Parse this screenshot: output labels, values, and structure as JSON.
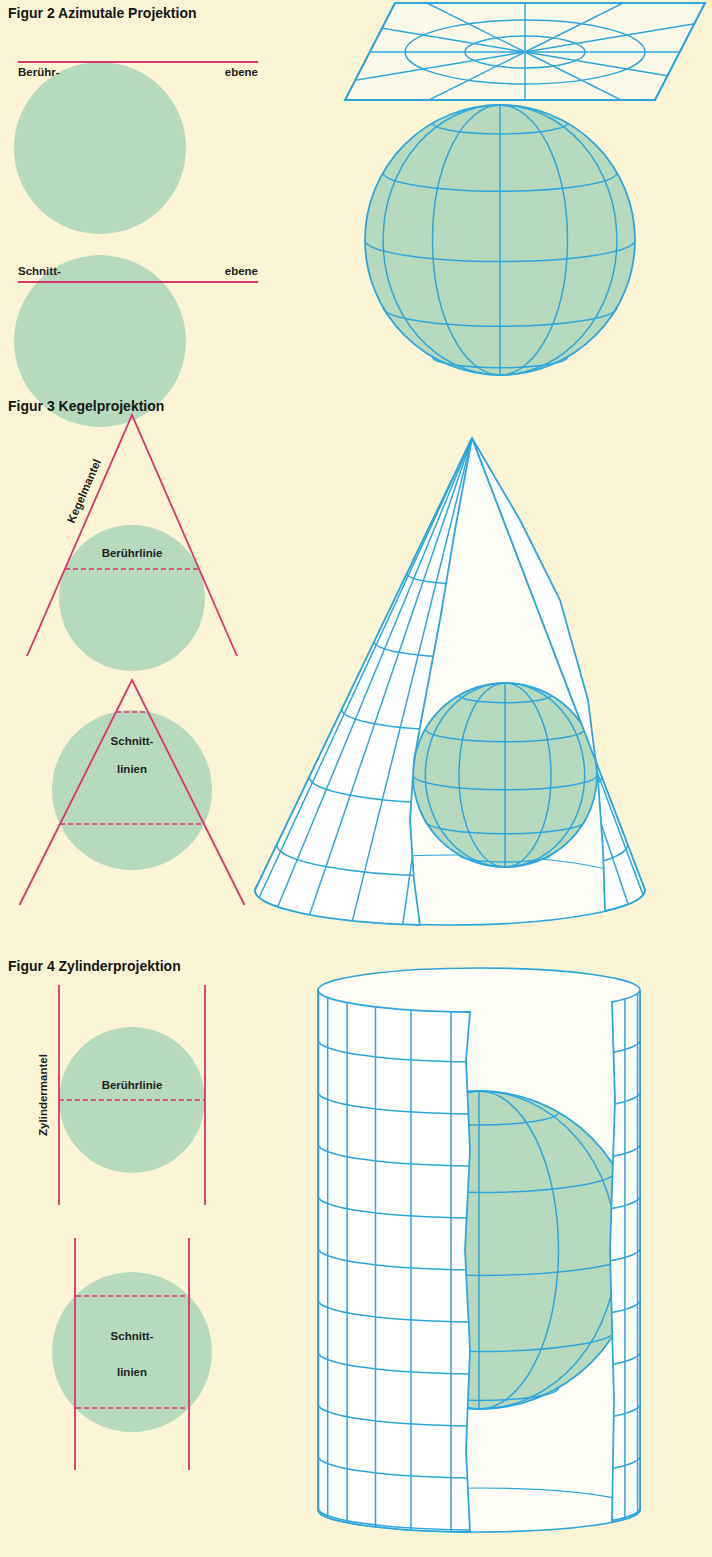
{
  "diagram": {
    "nodes": [
      {
        "text": [
          "Berührlinie"
        ]
      },
      {
        "text": [
          "Schnitt- linien"
        ]
      },
      {
        "text": [
          "Berührlinie"
        ]
      },
      {
        "text": [
          "Schnitt- linien"
        ]
      }
    ],
    "labels": [
      "Figur 2 Azimutale Projektion",
      "Berühr-",
      "ebene",
      "Schnitt-",
      "ebene",
      "Figur 3 Kegelprojektion",
      "Kegelmantel",
      "Figur 4 Zylinderprojektion",
      "Zylindermantel"
    ]
  }
}
